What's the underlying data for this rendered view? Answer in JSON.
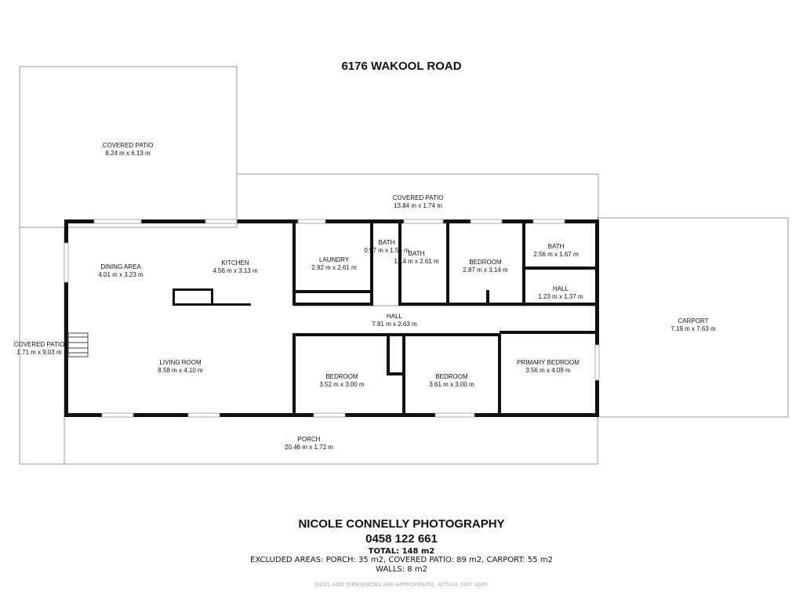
{
  "title": "6176 WAKOOL ROAD",
  "rooms": [
    {
      "name": "COVERED PATIO",
      "dims": "8.24 m x 6.13 m"
    },
    {
      "name": "COVERED PATIO",
      "dims": "13.84 m x 1.74 m"
    },
    {
      "name": "DINING AREA",
      "dims": "4.01 m x 3.23 m"
    },
    {
      "name": "KITCHEN",
      "dims": "4.56 m x 3.13 m"
    },
    {
      "name": "LAUNDRY",
      "dims": "2.92 m x 2.61 m"
    },
    {
      "name": "BATH",
      "dims": "0.97 m x 1.56 m"
    },
    {
      "name": "BATH",
      "dims": "1.14 m x 2.61 m"
    },
    {
      "name": "BEDROOM",
      "dims": "2.87 m x 3.14 m"
    },
    {
      "name": "BATH",
      "dims": "2.56 m x 1.67 m"
    },
    {
      "name": "HALL",
      "dims": "1.23 m x 1.37 m"
    },
    {
      "name": "HALL",
      "dims": "7.81 m x 2.63 m"
    },
    {
      "name": "CARPORT",
      "dims": "7.19 m x 7.63 m"
    },
    {
      "name": "COVERED PATIO",
      "dims": "1.71 m x 9.03 m"
    },
    {
      "name": "LIVING ROOM",
      "dims": "8.58 m x 4.10 m"
    },
    {
      "name": "BEDROOM",
      "dims": "3.52 m x 3.00 m"
    },
    {
      "name": "BEDROOM",
      "dims": "3.61 m x 3.00 m"
    },
    {
      "name": "PRIMARY BEDROOM",
      "dims": "3.56 m x 4.09 m"
    },
    {
      "name": "PORCH",
      "dims": "20.46 m x 1.72 m"
    }
  ],
  "footer": {
    "company": "NICOLE CONNELLY PHOTOGRAPHY",
    "phone": "0458 122 661",
    "total": "TOTAL: 148 m2",
    "excluded": "EXCLUDED AREAS: PORCH: 35 m2, COVERED PATIO: 89 m2, CARPORT: 55 m2",
    "walls": "WALLS: 8 m2",
    "disclaimer": "SIZES AND DIMENSIONS ARE APPROXIMATE, ACTUAL MAY VARY."
  }
}
